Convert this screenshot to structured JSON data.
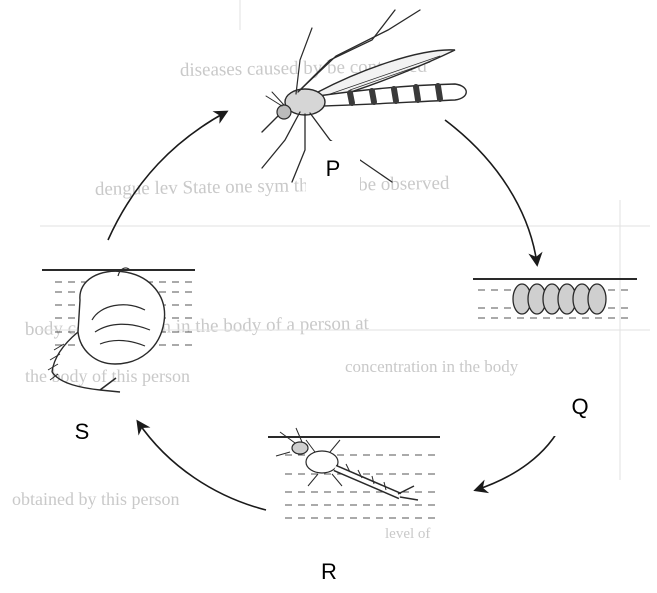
{
  "labels": {
    "adult": "P",
    "eggs": "Q",
    "larva": "R",
    "pupa": "S"
  },
  "bleed_through_text": [
    "diseases caused by be controlled",
    "dengue lev State one sym that can be observed",
    "body concentration in the body of a person at",
    "concentration in the body",
    "the body of this person",
    "obtained by this person",
    "level of"
  ],
  "colors": {
    "ink": "#2a2a2a",
    "arrow": "#1a1a1a",
    "bleed": "#c9c9c9",
    "egg_fill": "#cfcfcf"
  }
}
